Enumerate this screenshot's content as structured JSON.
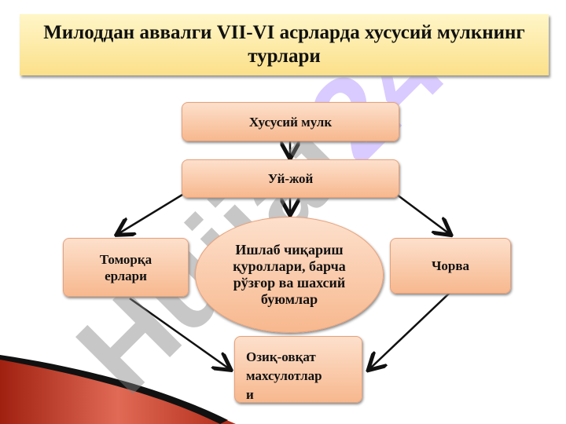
{
  "title": "Милоддан аввалги VII-VI асрларда хусусий мулкнинг турлари",
  "nodes": {
    "root": "Хусусий мулк",
    "house": "Уй-жой",
    "tools": "Ишлаб чиқариш қуроллари, барча рўзғор ва шахсий буюмлар",
    "land": "Томорқа ерлари",
    "livestock": "Чорва",
    "food": "Озиқ-овқат махсулотлари"
  },
  "watermark": {
    "a": "Hujjat",
    "b": "24"
  },
  "colors": {
    "title_bg": "#fbe08a",
    "node_bg": "#f7b88e",
    "accent": "#c0392b"
  }
}
